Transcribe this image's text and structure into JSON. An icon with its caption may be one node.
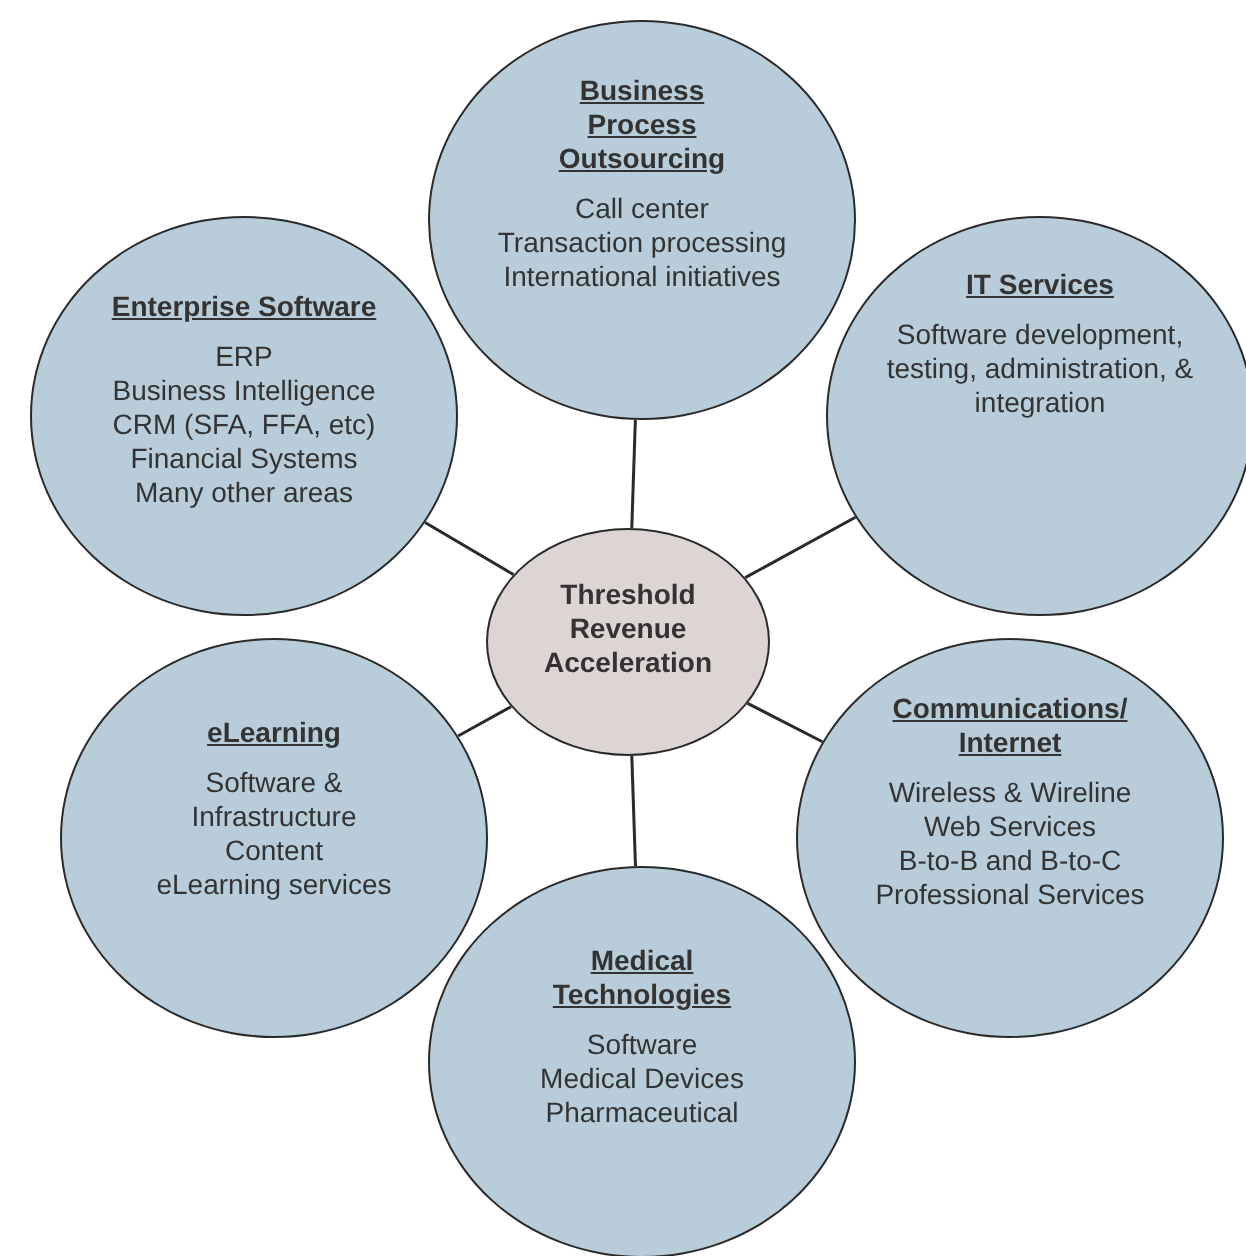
{
  "diagram": {
    "nodes": [
      {
        "text": [
          "Business Process Outsourcing",
          "Call center",
          "Transaction processing",
          "International initiatives"
        ]
      },
      {
        "text": [
          "Enterprise Software",
          "ERP",
          "Business Intelligence",
          "CRM (SFA, FFA, etc)",
          "Financial Systems",
          "Many other areas"
        ]
      },
      {
        "text": [
          "IT Services",
          "Software development, testing, administration, & integration"
        ]
      },
      {
        "text": [
          "Threshold Revenue Acceleration"
        ]
      },
      {
        "text": [
          "eLearning",
          "Software & Infrastructure",
          "Content",
          "eLearning services"
        ]
      },
      {
        "text": [
          "Communications/ Internet",
          "Wireless & Wireline",
          "Web Services",
          "B-to-B and B-to-C",
          "Professional Services"
        ]
      },
      {
        "text": [
          "Medical Technologies",
          "Software",
          "Medical Devices",
          "Pharmaceutical"
        ]
      }
    ],
    "edges": [
      {
        "from": 3,
        "to": 0,
        "arrow": "none"
      },
      {
        "from": 3,
        "to": 1,
        "arrow": "none"
      },
      {
        "from": 3,
        "to": 2,
        "arrow": "none"
      },
      {
        "from": 3,
        "to": 4,
        "arrow": "none"
      },
      {
        "from": 3,
        "to": 5,
        "arrow": "none"
      },
      {
        "from": 3,
        "to": 6,
        "arrow": "none"
      }
    ]
  }
}
